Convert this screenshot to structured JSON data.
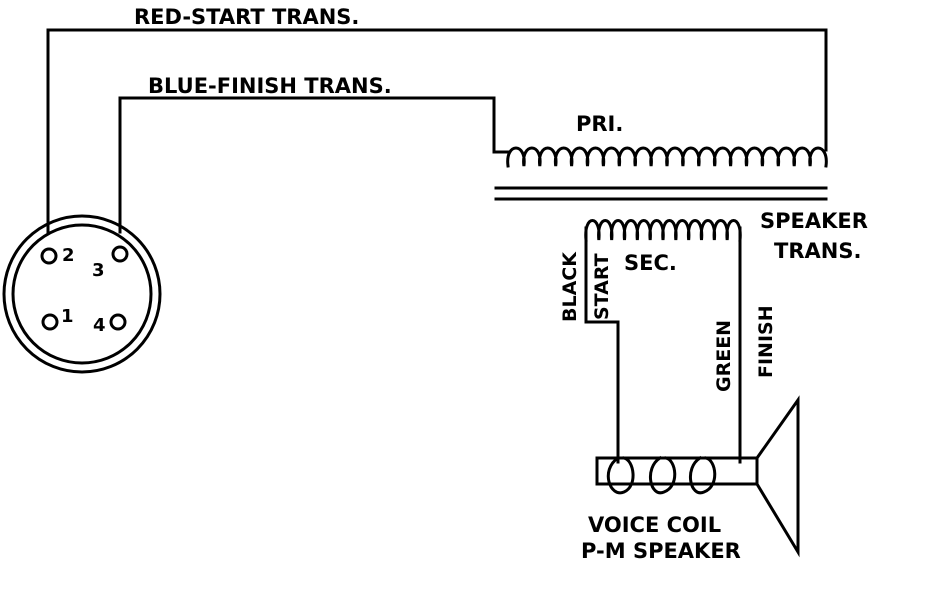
{
  "labels": {
    "red_start": "RED-START TRANS.",
    "blue_finish": "BLUE-FINISH TRANS.",
    "pri": "PRI.",
    "speaker_trans_line1": "SPEAKER",
    "speaker_trans_line2": "TRANS.",
    "sec": "SEC.",
    "black": "BLACK",
    "start": "START",
    "green": "GREEN",
    "finish": "FINISH",
    "voice_coil": "VOICE COIL",
    "pm_speaker": "P-M SPEAKER"
  },
  "plug_pins": {
    "pin1": "1",
    "pin2": "2",
    "pin3": "3",
    "pin4": "4"
  },
  "colors": {
    "ink": "#000000",
    "background": "#ffffff"
  }
}
